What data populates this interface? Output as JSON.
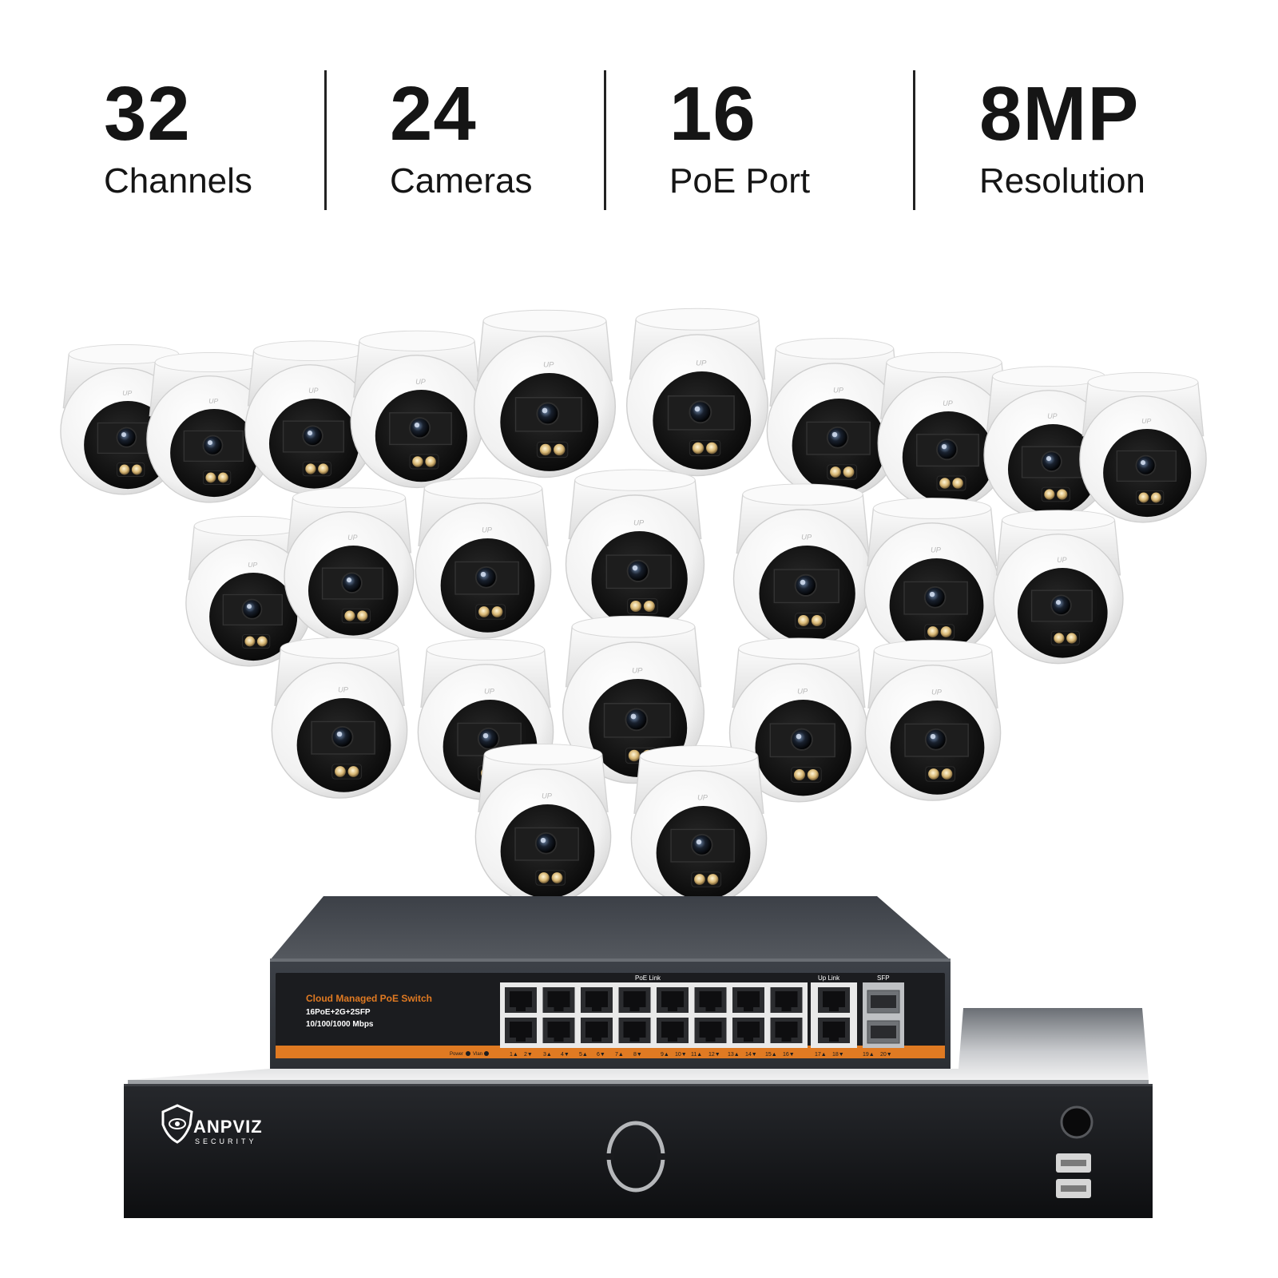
{
  "specs": [
    {
      "value": "32",
      "label": "Channels"
    },
    {
      "value": "24",
      "label": "Cameras"
    },
    {
      "value": "16",
      "label": "PoE Port"
    },
    {
      "value": "8MP",
      "label": "Resolution"
    }
  ],
  "camera": {
    "badge": "UP"
  },
  "switch": {
    "title": "Cloud Managed PoE Switch",
    "model": "16PoE+2G+2SFP",
    "speed": "10/100/1000 Mbps",
    "poe_label": "PoE  Link",
    "uplink_label": "Up  Link",
    "sfp_label": "SFP",
    "power_label": "Power",
    "vlan_label": "Vlan",
    "port_labels": [
      "1▲",
      "2▼",
      "3▲",
      "4▼",
      "5▲",
      "6▼",
      "7▲",
      "8▼",
      "9▲",
      "10▼",
      "11▲",
      "12▼",
      "13▲",
      "14▼",
      "15▲",
      "16▼",
      "17▲",
      "18▼",
      "19▲",
      "20▼"
    ]
  },
  "nvr": {
    "brand": "ANPVIZ",
    "sub": "SECURITY"
  },
  "colors": {
    "text": "#151515",
    "accent_orange": "#e07a22",
    "switch_body": "#4a4e55",
    "nvr_body": "#1c1d20"
  }
}
